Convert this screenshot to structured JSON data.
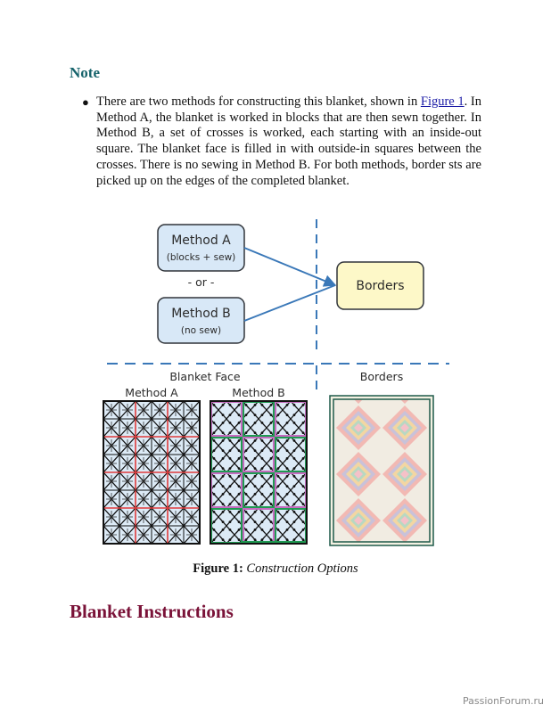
{
  "note": {
    "heading": "Note",
    "text_before_link": "There are two methods for constructing this blanket, shown in ",
    "link_text": "Figure 1",
    "text_after_link": ". In Method A, the blanket is worked in blocks that are then sewn together. In Method B, a set of crosses is worked, each starting with an inside-out square. The blanket face is filled in with outside-in squares between the crosses. There is no sewing in Method B. For both methods, border sts are picked up on the edges of the completed blanket."
  },
  "figure": {
    "method_a_title": "Method A",
    "method_a_sub": "(blocks + sew)",
    "or_label": "- or -",
    "method_b_title": "Method B",
    "method_b_sub": "(no sew)",
    "borders_box_label": "Borders",
    "blanket_face_label": "Blanket Face",
    "borders_section_label": "Borders",
    "grid_a_label": "Method A",
    "grid_b_label": "Method B",
    "colors": {
      "box_fill_blue": "#d8e8f7",
      "box_fill_yellow": "#fdf8c8",
      "arrow_blue": "#3a78b8",
      "dash_blue": "#3a78b8",
      "grid_red": "#e03b3b",
      "grid_pink": "#c46bbf",
      "grid_green": "#1f9a52"
    }
  },
  "caption": {
    "label": "Figure 1:",
    "text": "Construction Options"
  },
  "section": {
    "title": "Blanket Instructions"
  },
  "watermark": "PassionForum.ru"
}
